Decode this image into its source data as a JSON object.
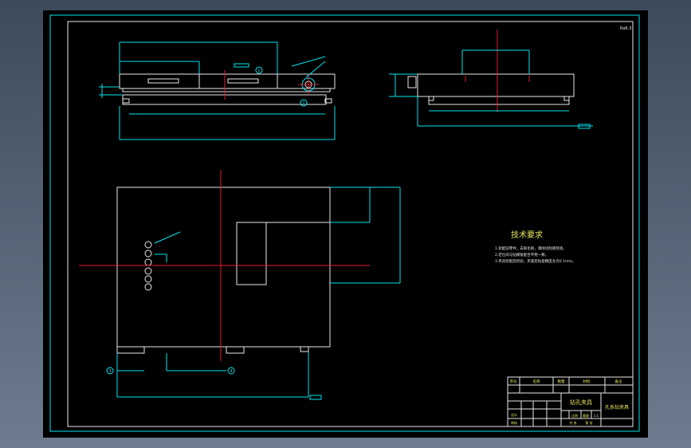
{
  "drawing": {
    "corner_mark": "Ra6.3",
    "tech_requirements": {
      "title": "技术要求",
      "items": [
        "1.装配前零件，去除毛刺，清除切削液残渣。",
        "2.定位块与钻模板配合平稳一致。",
        "3.夹具装配后检验，夹紧后钻套精度允许0.1mm。"
      ]
    },
    "title_block": {
      "header_cells": [
        "序号",
        "名称",
        "数量",
        "材料",
        "备注"
      ],
      "part_name": "钻孔夹具",
      "drawing_name": "孔系钻夹具",
      "small_cells": [
        "设计",
        "审核",
        "比例",
        "重量",
        "共 张",
        "第 张"
      ],
      "scale_value": "1:1"
    },
    "balloons": [
      "1",
      "2",
      "3",
      "4"
    ]
  },
  "colors": {
    "background": "#000000",
    "geometry": "#00e5ee",
    "outline": "#e8e8e8",
    "centerline": "#e0202a",
    "note_text": "#e8e860"
  }
}
